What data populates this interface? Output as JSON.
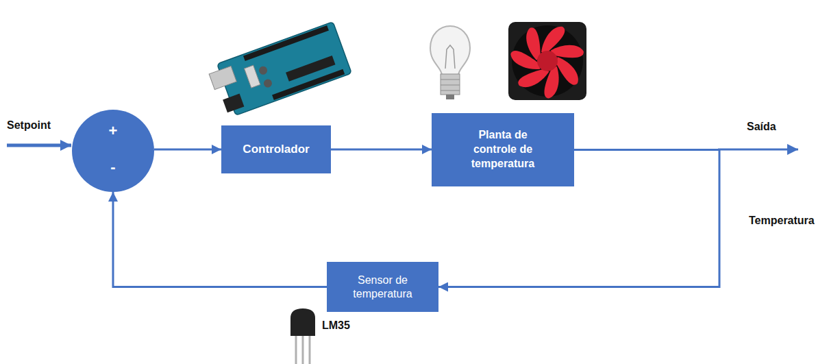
{
  "diagram": {
    "nodes": [
      {
        "text": [
          "+",
          "-"
        ]
      },
      {
        "text": [
          "Controlador"
        ]
      },
      {
        "text": [
          "Planta de controle de temperatura"
        ]
      },
      {
        "text": [
          "Sensor de temperatura"
        ]
      }
    ],
    "edges": [
      {
        "from": 0,
        "to": 1,
        "arrow": "to"
      },
      {
        "from": 1,
        "to": 2,
        "arrow": "to"
      },
      {
        "from": 2,
        "to": 3,
        "arrow": "to"
      },
      {
        "from": 3,
        "to": 0,
        "arrow": "to"
      }
    ],
    "labels": [
      "Setpoint",
      "Saída",
      "Temperatura",
      "LM35"
    ]
  }
}
